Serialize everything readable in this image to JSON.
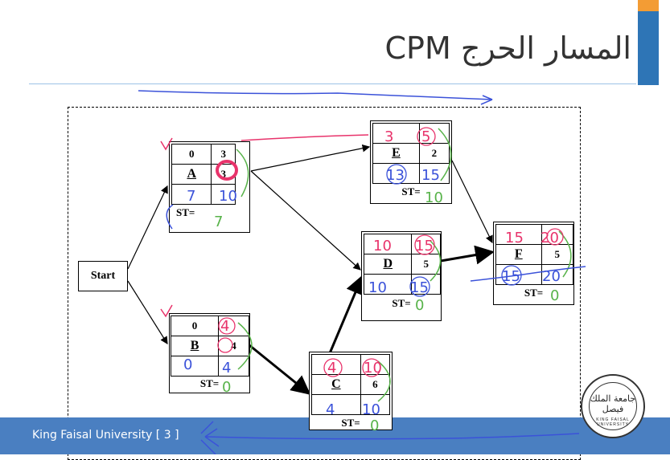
{
  "slide": {
    "title": "المسار الحرج CPM",
    "footer": "King Faisal University [   3  ]",
    "seal_text": "جامعة الملك فيصل",
    "seal_sub": "KING FAISAL UNIVERSITY"
  },
  "diagram": {
    "start_label": "Start",
    "nodes": {
      "A": {
        "name": "A",
        "es": "0",
        "ef": "3",
        "dur": "3",
        "st_label": "ST="
      },
      "B": {
        "name": "B",
        "es": "0",
        "dur": "4",
        "st_label": "ST="
      },
      "C": {
        "name": "C",
        "dur": "6",
        "st_label": "ST="
      },
      "D": {
        "name": "D",
        "dur": "5",
        "st_label": "ST="
      },
      "E": {
        "name": "E",
        "dur": "2",
        "st_label": "ST="
      },
      "F": {
        "name": "F",
        "dur": "5",
        "st_label": "ST="
      }
    },
    "handwriting": {
      "A": {
        "ls": "7",
        "lf": "10",
        "slack": "7"
      },
      "B": {
        "ef": "4",
        "ls": "0",
        "lf": "4",
        "slack": "0"
      },
      "C": {
        "es": "4",
        "ef": "10",
        "ls": "4",
        "lf": "10",
        "slack": "0"
      },
      "D": {
        "es": "10",
        "ef": "15",
        "ls": "10",
        "lf": "15",
        "slack": "0"
      },
      "E": {
        "es": "3",
        "ef": "5",
        "ls": "13",
        "lf": "15",
        "slack": "10"
      },
      "F": {
        "es": "15",
        "ef": "20",
        "ls": "15",
        "lf": "20",
        "slack": "0"
      }
    },
    "colors": {
      "red": "#e8336b",
      "blue": "#3b52d9",
      "green": "#58b34a",
      "accent": "#2e75b6",
      "footer": "#4a7fc1"
    }
  }
}
